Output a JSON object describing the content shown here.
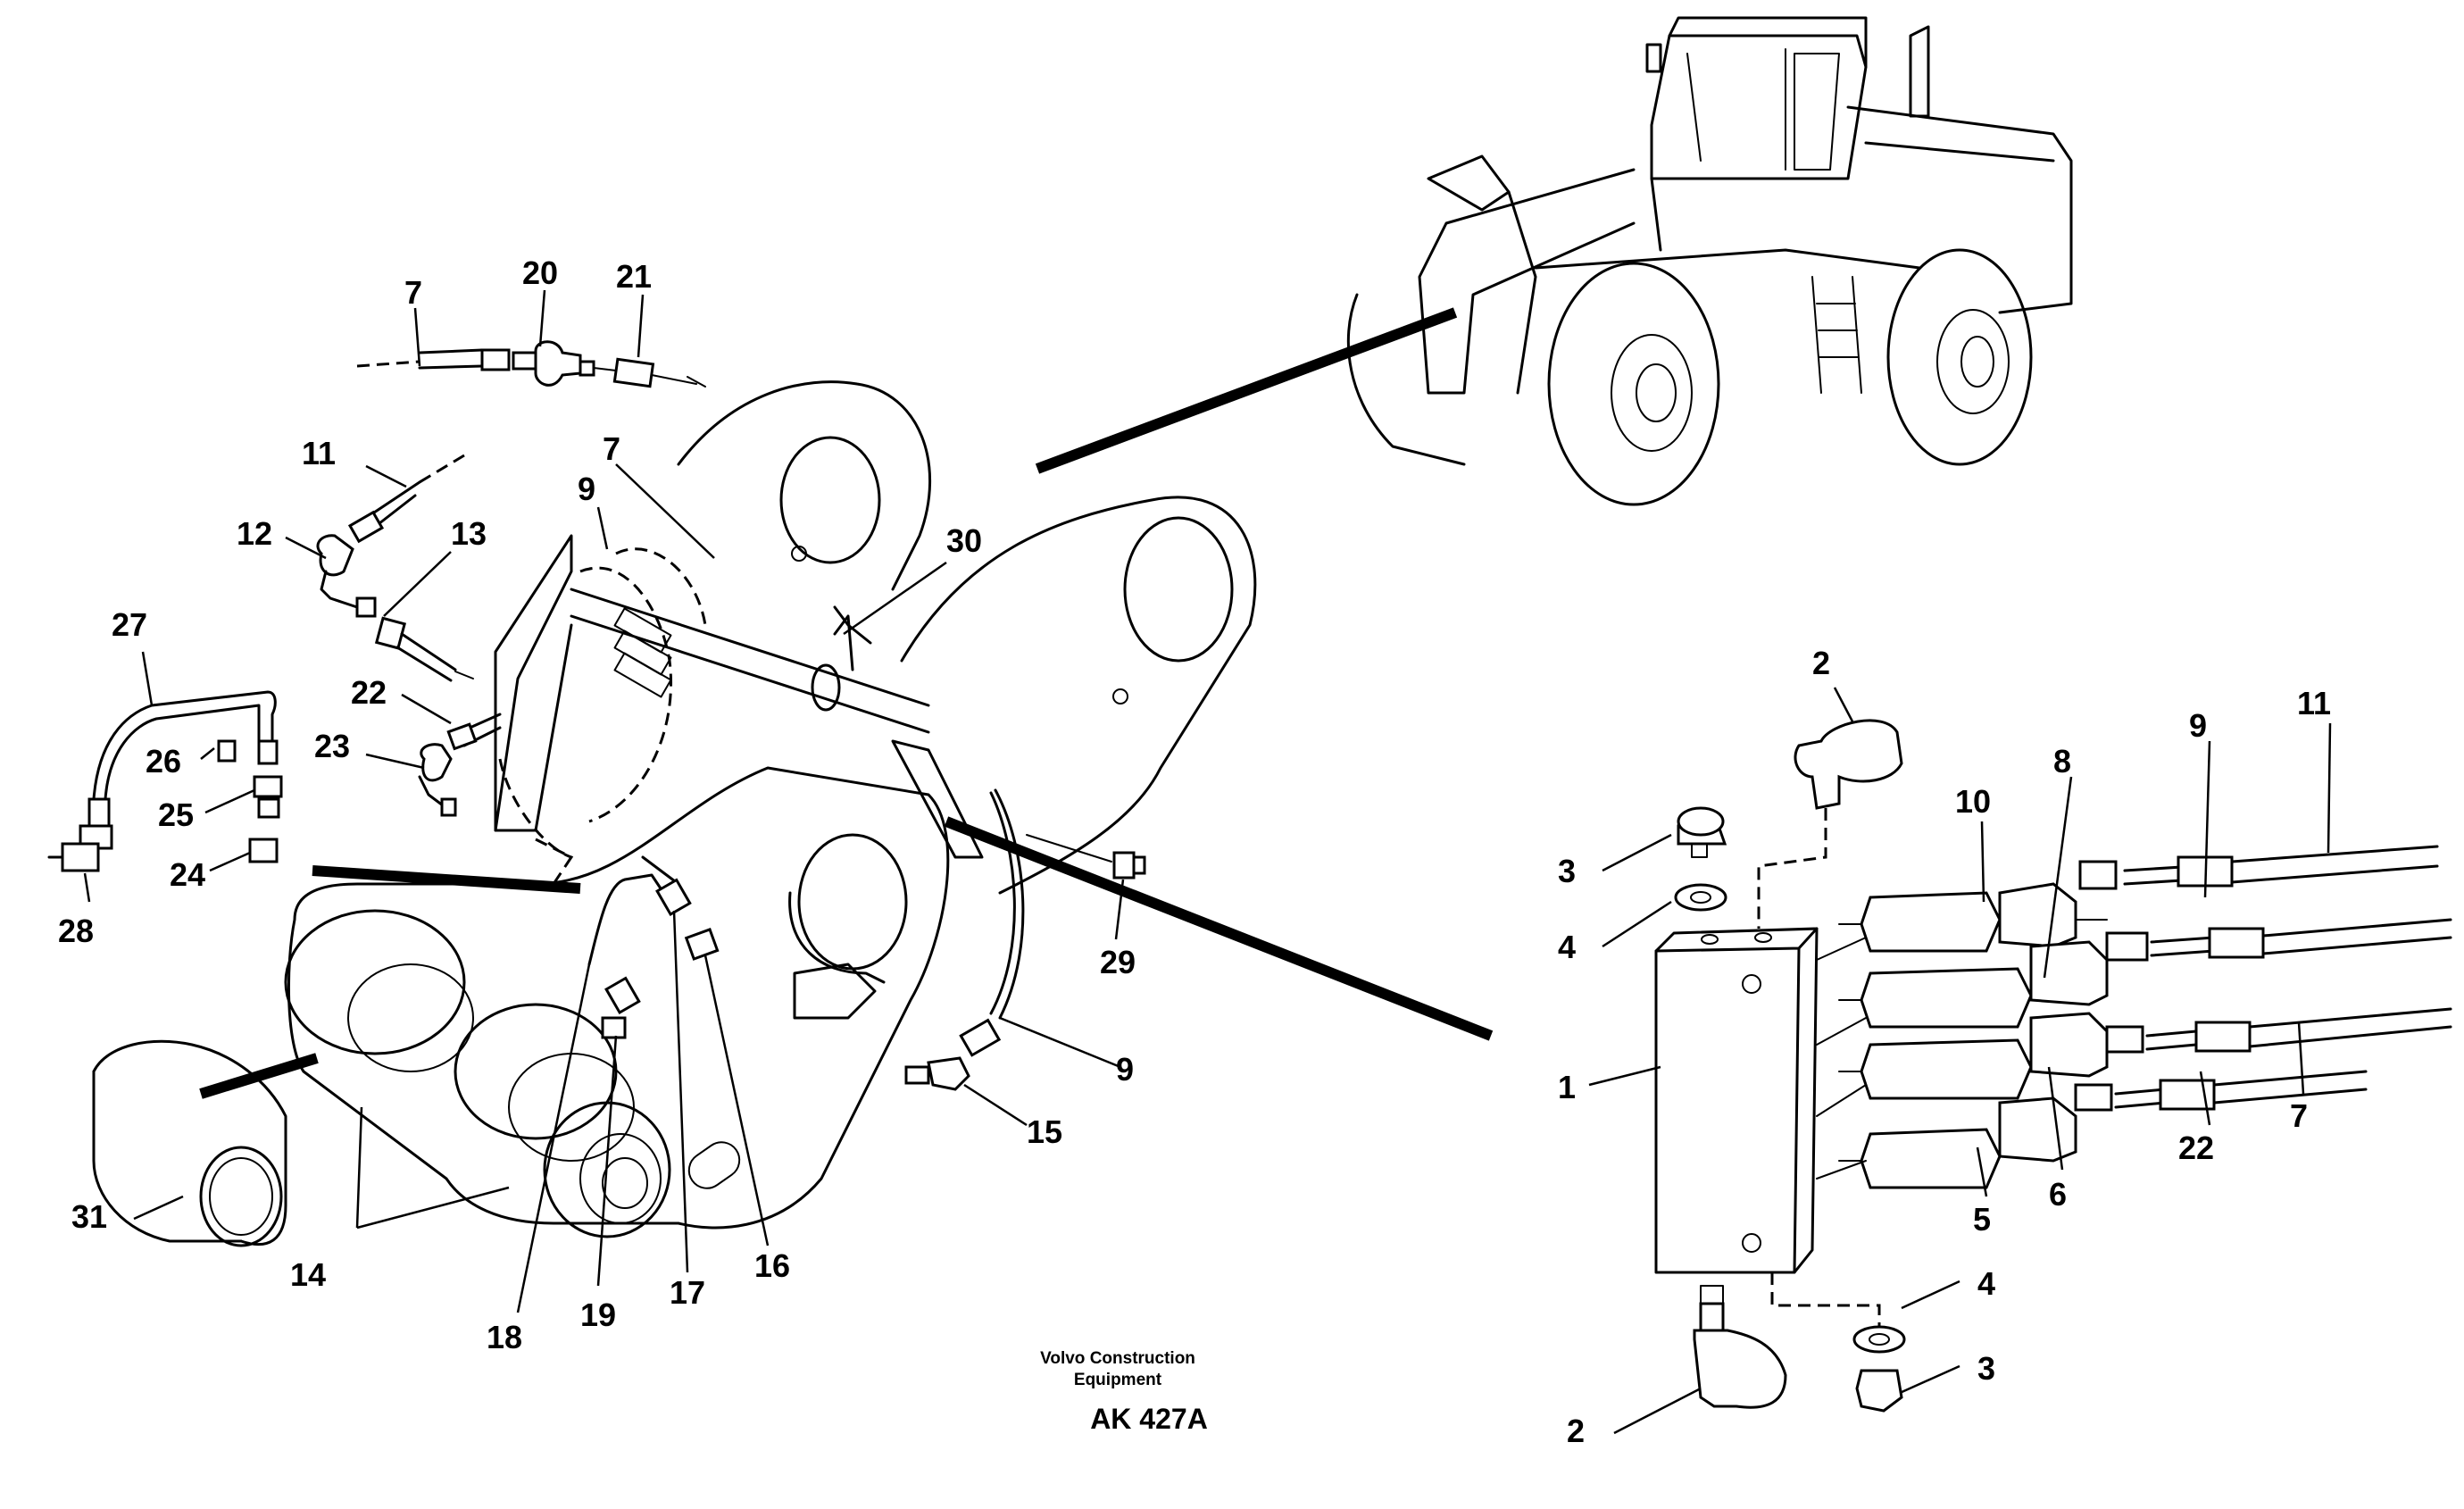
{
  "caption": {
    "manufacturer_line1": "Volvo Construction",
    "manufacturer_line2": "Equipment",
    "code": "AK 427A"
  },
  "callouts": {
    "c1": "1",
    "c2a": "2",
    "c2b": "2",
    "c3a": "3",
    "c3b": "3",
    "c4a": "4",
    "c4b": "4",
    "c5": "5",
    "c6": "6",
    "c7a": "7",
    "c7b": "7",
    "c7c": "7",
    "c8": "8",
    "c9a": "9",
    "c9b": "9",
    "c9c": "9",
    "c10": "10",
    "c11a": "11",
    "c11b": "11",
    "c12": "12",
    "c13": "13",
    "c14": "14",
    "c15": "15",
    "c16": "16",
    "c17": "17",
    "c18": "18",
    "c19": "19",
    "c20": "20",
    "c21": "21",
    "c22a": "22",
    "c22b": "22",
    "c23": "23",
    "c24": "24",
    "c25": "25",
    "c26": "26",
    "c27": "27",
    "c28": "28",
    "c29": "29",
    "c30": "30",
    "c31": "31"
  }
}
